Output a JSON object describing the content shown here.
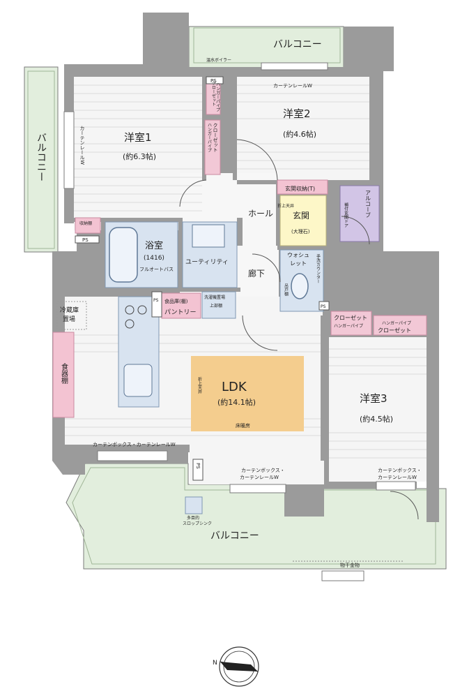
{
  "colors": {
    "wall": "#9b9b9b",
    "balcony": "#e2eedd",
    "closet": "#f2c8d6",
    "storage": "#f3c3d2",
    "entrance": "#fdf7c8",
    "utility": "#d8e3f0",
    "alcove": "#d2c5e6",
    "floor_heating": "#f4cd8e",
    "floor": "#f5f5f5"
  },
  "rooms": {
    "western1": {
      "name": "洋室1",
      "size": "(約6.3帖)"
    },
    "western2": {
      "name": "洋室2",
      "size": "(約4.6帖)"
    },
    "western3": {
      "name": "洋室3",
      "size": "(約4.5帖)"
    },
    "ldk": {
      "name": "LDK",
      "size": "(約14.1帖)",
      "heating": "床暖房",
      "ceiling": "折上天井"
    },
    "bath": {
      "name": "浴室",
      "size": "(1416)",
      "note": "フルオートバス"
    },
    "utility": {
      "name": "ユーティリティ"
    },
    "hall": {
      "name": "ホール"
    },
    "corridor": {
      "name": "廊下"
    },
    "entrance": {
      "name": "玄関",
      "note": "(大理石)",
      "ceiling": "折上天井"
    },
    "washlet": {
      "line1": "ウォシュ",
      "line2": "レット"
    }
  },
  "labels": {
    "balcony": "バルコニー",
    "balcony_west": "バルコニー",
    "gas_boiler": "温水ボイラー",
    "curtain_rail_w": "カーテンレールW",
    "curtain_rail_west": "カーテンレールW",
    "curtain_box_rail_w": "カーテンボックス・カーテンレールW",
    "curtain_box_1": "カーテンボックス・",
    "curtain_rail_1": "カーテンレールW",
    "curtain_box_2": "カーテンボックス・",
    "curtain_rail_2": "カーテンレールW",
    "closet_hanger_1": "クローゼット",
    "closet_hanger_1b": "ハンガーパイプ",
    "closet_2": "ハンガーパイプ",
    "closet_2b": "クローゼット",
    "entrance_storage": "玄関収納(T)",
    "alcove": "アルコーブ",
    "entrance_door": "補付玄関ドア",
    "storage": "収納棚",
    "pantry_top": "食品庫(棚)",
    "pantry": "パントリー",
    "laundry": "洗濯機置場",
    "laundry_sub": "上部棚",
    "fridge_1": "冷蔵庫",
    "fridge_2": "置場",
    "dish_shelf": "食器棚",
    "hand_wash": "手洗カウンター",
    "toilet_storage": "吊戸棚",
    "closet_w3a": "クローゼット",
    "closet_w3a_sub": "ハンガーパイプ",
    "closet_w3b_sub": "ハンガーパイプ",
    "closet_w3b": "クローゼット",
    "multi_sink_1": "多目的",
    "multi_sink_2": "スロップシンク",
    "laundry_rack": "物干金物",
    "ps": "PS",
    "compass": "N"
  }
}
